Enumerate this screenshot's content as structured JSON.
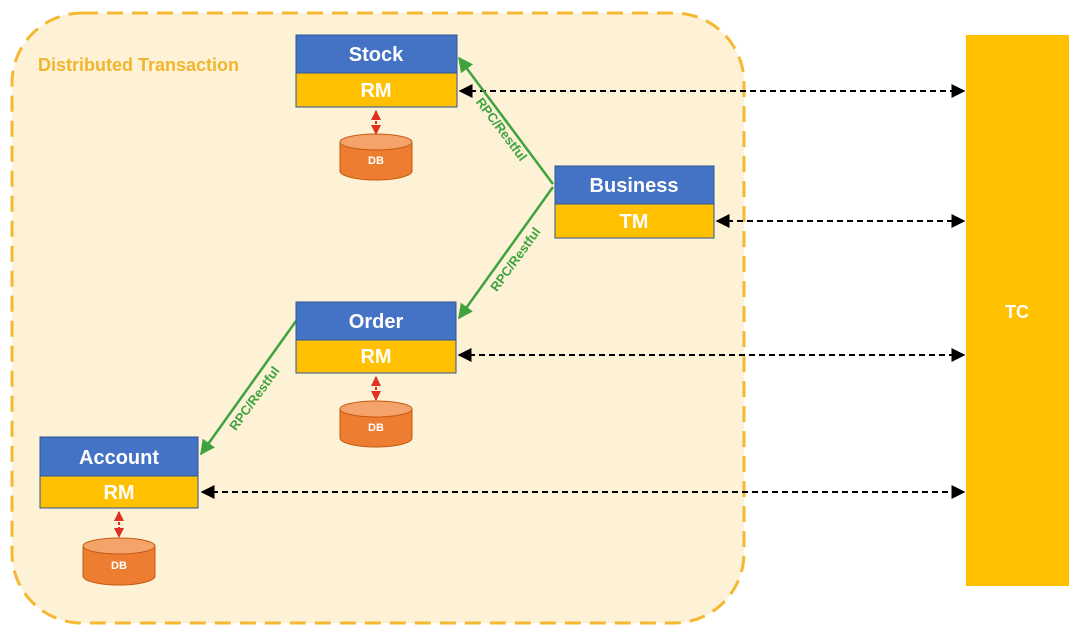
{
  "region": {
    "label": "Distributed Transaction"
  },
  "components": {
    "stock": {
      "title": "Stock",
      "role": "RM",
      "db": "DB"
    },
    "business": {
      "title": "Business",
      "role": "TM"
    },
    "order": {
      "title": "Order",
      "role": "RM",
      "db": "DB"
    },
    "account": {
      "title": "Account",
      "role": "RM",
      "db": "DB"
    }
  },
  "coordinator": {
    "label": "TC"
  },
  "rpc": {
    "business_to_stock": "RPC/Restful",
    "business_to_order": "RPC/Restful",
    "order_to_account": "RPC/Restful"
  },
  "colors": {
    "title_blue": "#4472c4",
    "role_yellow": "#ffc000",
    "tc_yellow": "#ffc000",
    "db_orange": "#ed7d31",
    "region_fill": "#fdf1d6",
    "region_border": "#f5b833",
    "rpc_green": "#3ea33e",
    "db_link_red": "#e03020",
    "tc_link_black": "#000000"
  }
}
